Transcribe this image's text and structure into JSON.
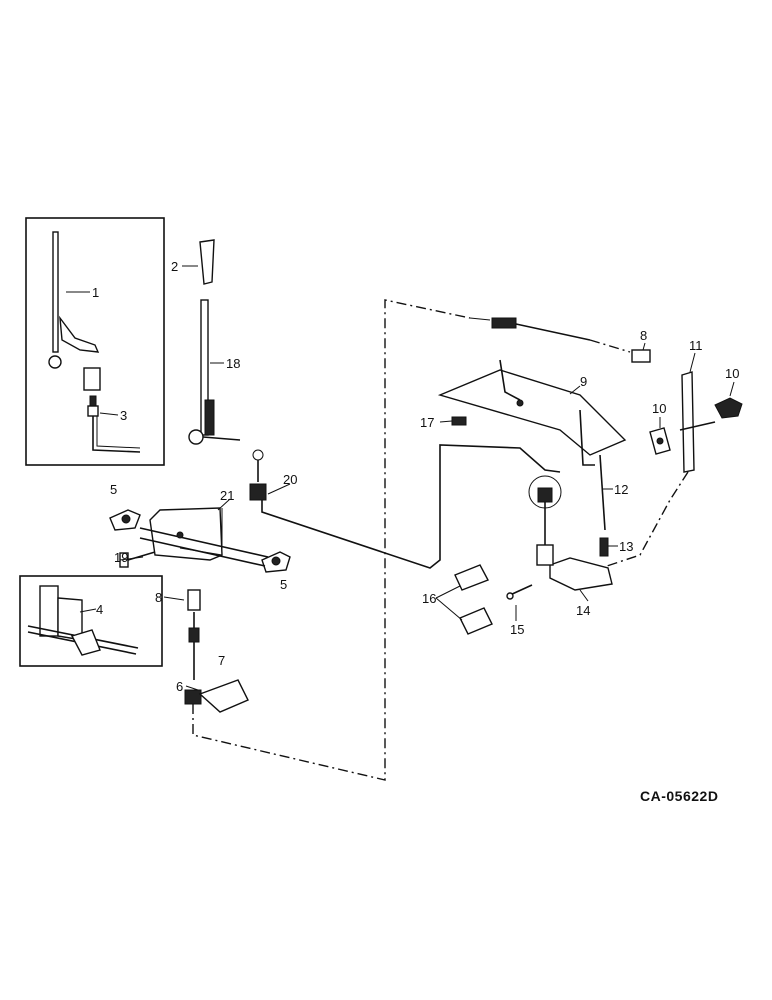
{
  "drawing_code": "CA-05622D",
  "callouts": {
    "c1": "1",
    "c2": "2",
    "c3": "3",
    "c4": "4",
    "c5a": "5",
    "c5b": "5",
    "c6": "6",
    "c7": "7",
    "c8a": "8",
    "c8b": "8",
    "c9": "9",
    "c10a": "10",
    "c10b": "10",
    "c11": "11",
    "c12": "12",
    "c13": "13",
    "c14": "14",
    "c15": "15",
    "c16": "16",
    "c17": "17",
    "c18": "18",
    "c19": "19",
    "c20": "20",
    "c21": "21"
  }
}
